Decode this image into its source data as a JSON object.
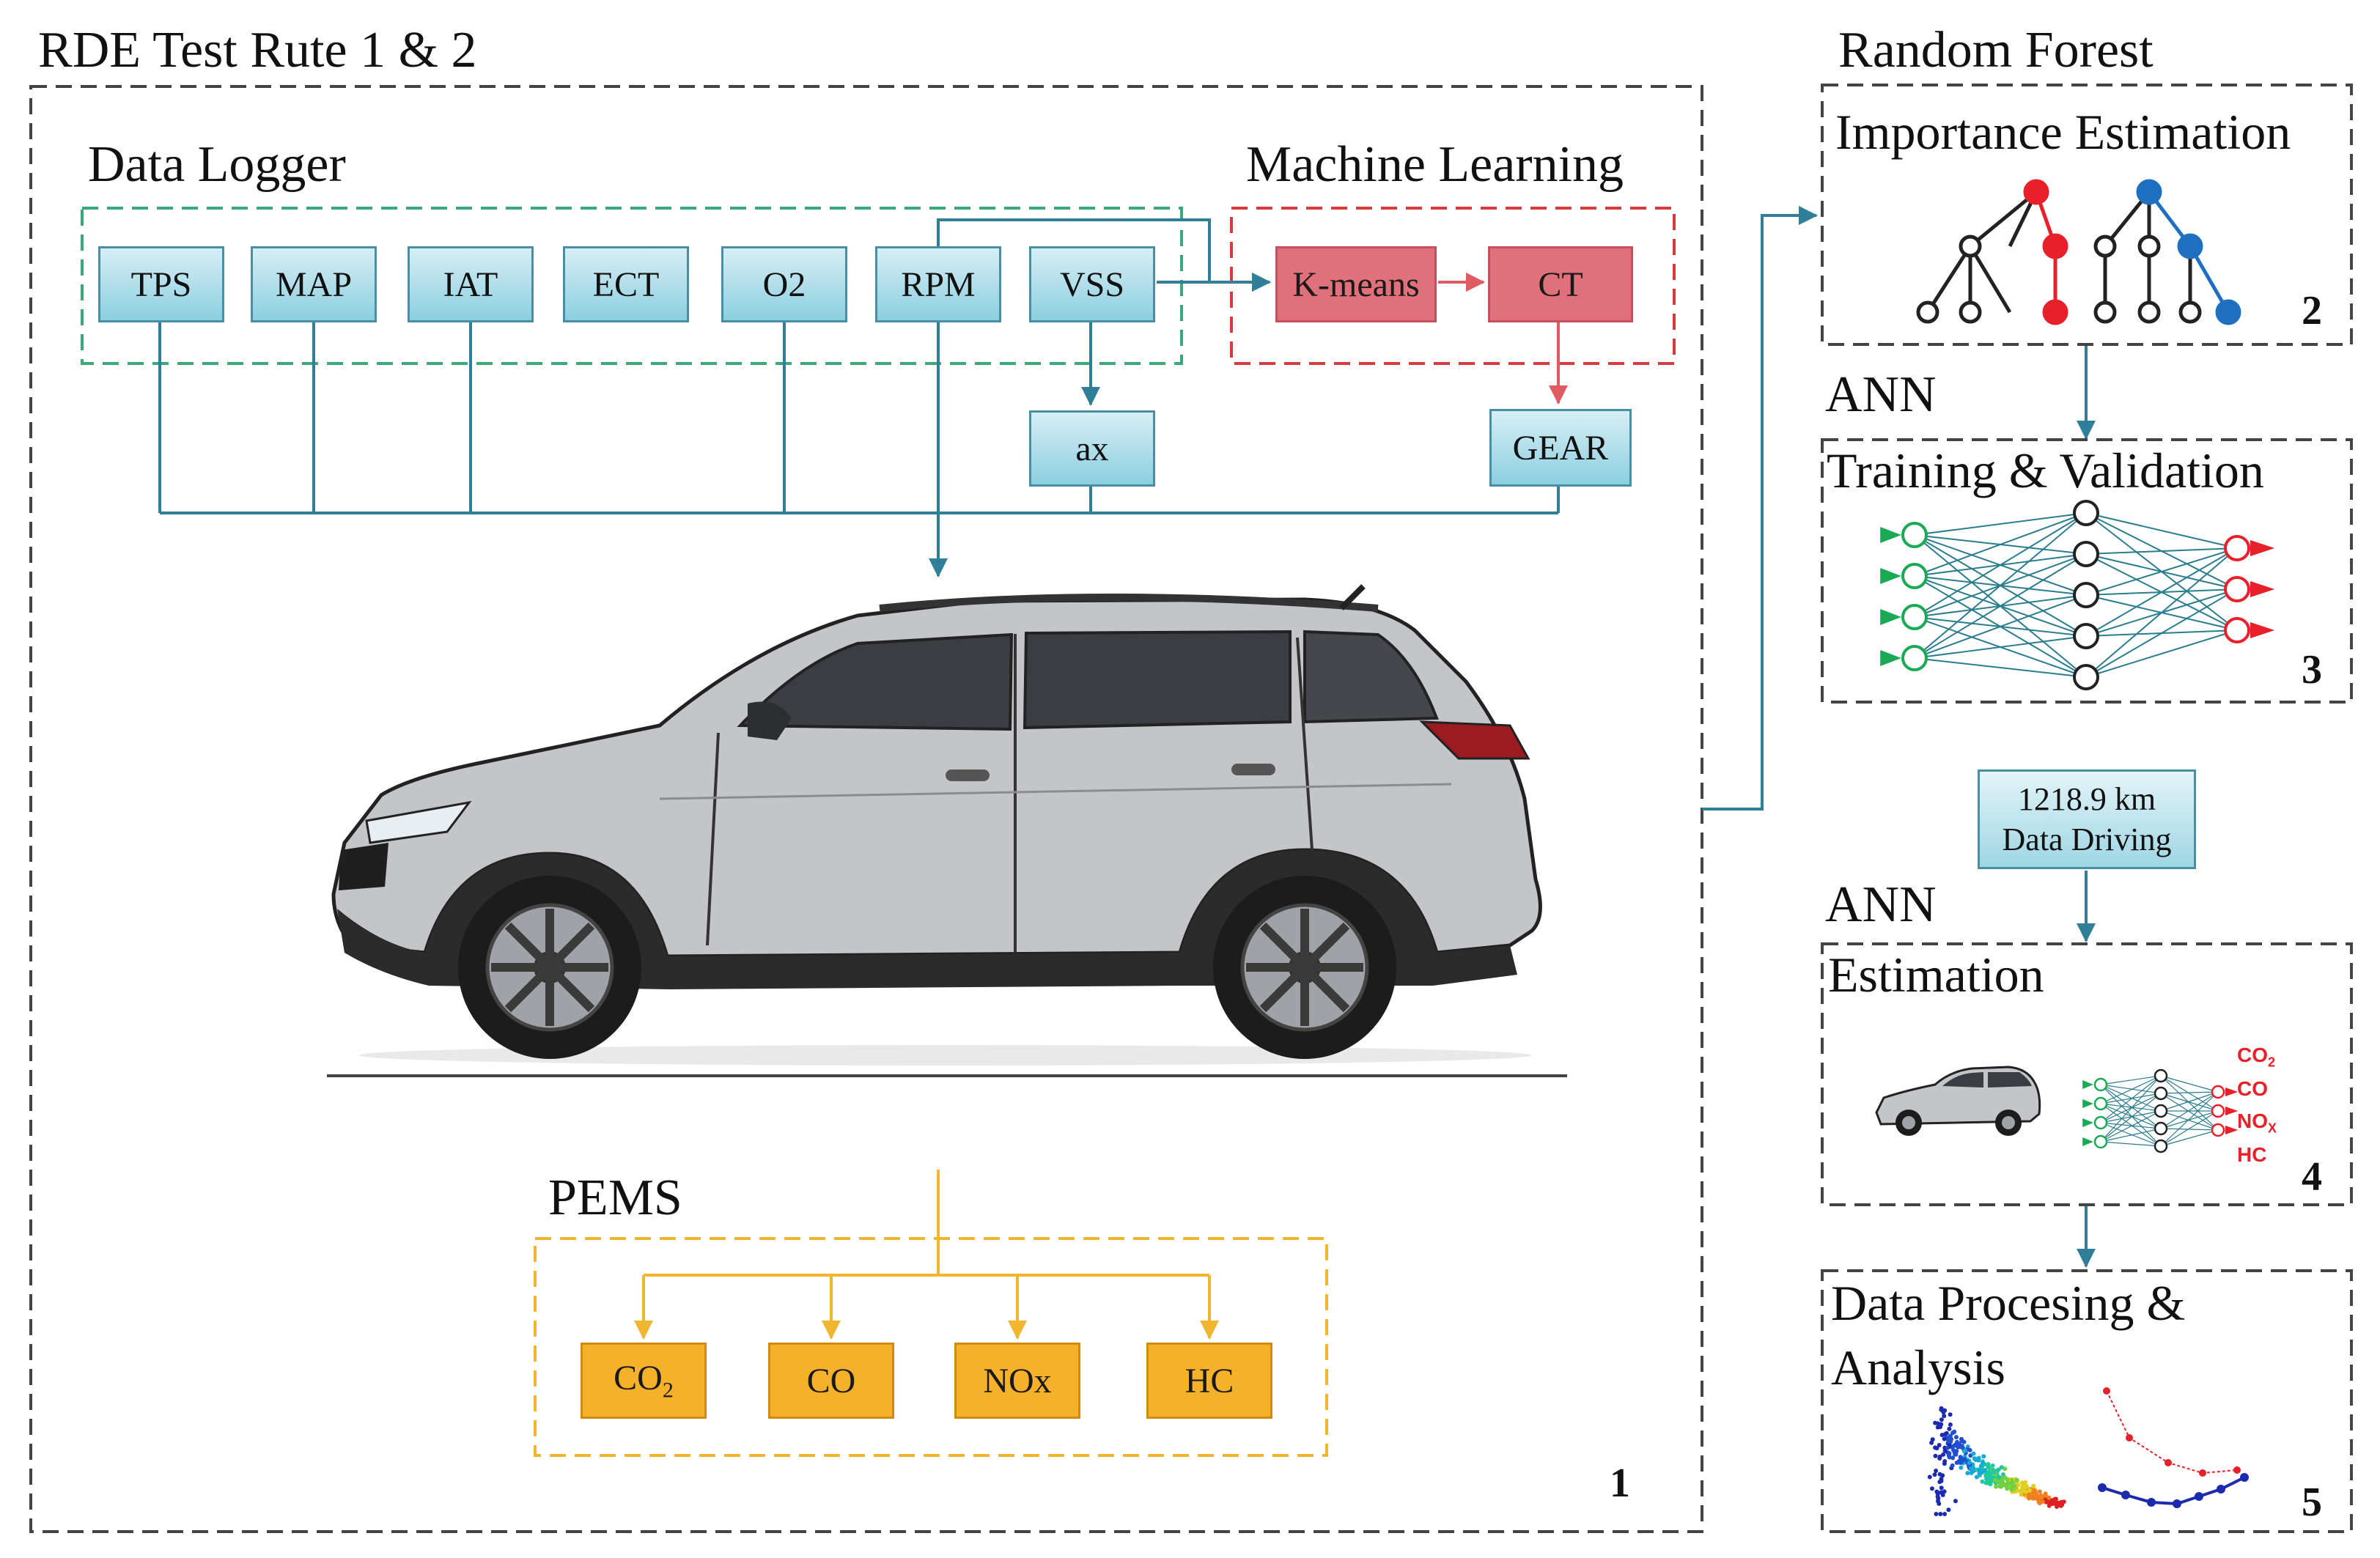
{
  "title": "RDE  Test  Rute 1 & 2",
  "data_logger": {
    "label": "Data Logger",
    "sensors": [
      "TPS",
      "MAP",
      "IAT",
      "ECT",
      "O2",
      "RPM",
      "VSS"
    ],
    "derived": "ax"
  },
  "machine_learning": {
    "label": "Machine Learning",
    "kmeans": "K-means",
    "ct": "CT",
    "gear": "GEAR"
  },
  "pems": {
    "label": "PEMS",
    "gases": [
      {
        "text": "CO",
        "sub": "2"
      },
      {
        "text": "CO",
        "sub": ""
      },
      {
        "text": "NOx",
        "sub": ""
      },
      {
        "text": "HC",
        "sub": ""
      }
    ]
  },
  "step1": "1",
  "random_forest": {
    "group": "Random Forest",
    "title": "Importance Estimation",
    "step": "2",
    "colors": {
      "left_tree": "#e8202a",
      "right_tree": "#1e6fc0"
    }
  },
  "ann_training": {
    "group": "ANN",
    "title": "Training & Validation",
    "step": "3",
    "colors": {
      "input": "#1aaa55",
      "hidden": "#2a7d8e",
      "output": "#e8202a"
    }
  },
  "data_driving": {
    "line1": "1218.9 km",
    "line2": "Data Driving"
  },
  "ann_estimation": {
    "group": "ANN",
    "title": "Estimation",
    "step": "4",
    "outputs": [
      {
        "text": "CO",
        "sub": "2"
      },
      {
        "text": "CO",
        "sub": ""
      },
      {
        "text": "NO",
        "sub": "X"
      },
      {
        "text": "HC",
        "sub": ""
      }
    ]
  },
  "analysis": {
    "line1": "Data Procesing &",
    "line2": "Analysis",
    "step": "5"
  },
  "colors": {
    "teal_arrow": "#2e7f97",
    "red_arrow": "#e05a63",
    "orange_arrow": "#f2b530",
    "green_dash": "#3aa87a",
    "red_dash": "#d63a3a",
    "orange_dash": "#f2b530"
  }
}
